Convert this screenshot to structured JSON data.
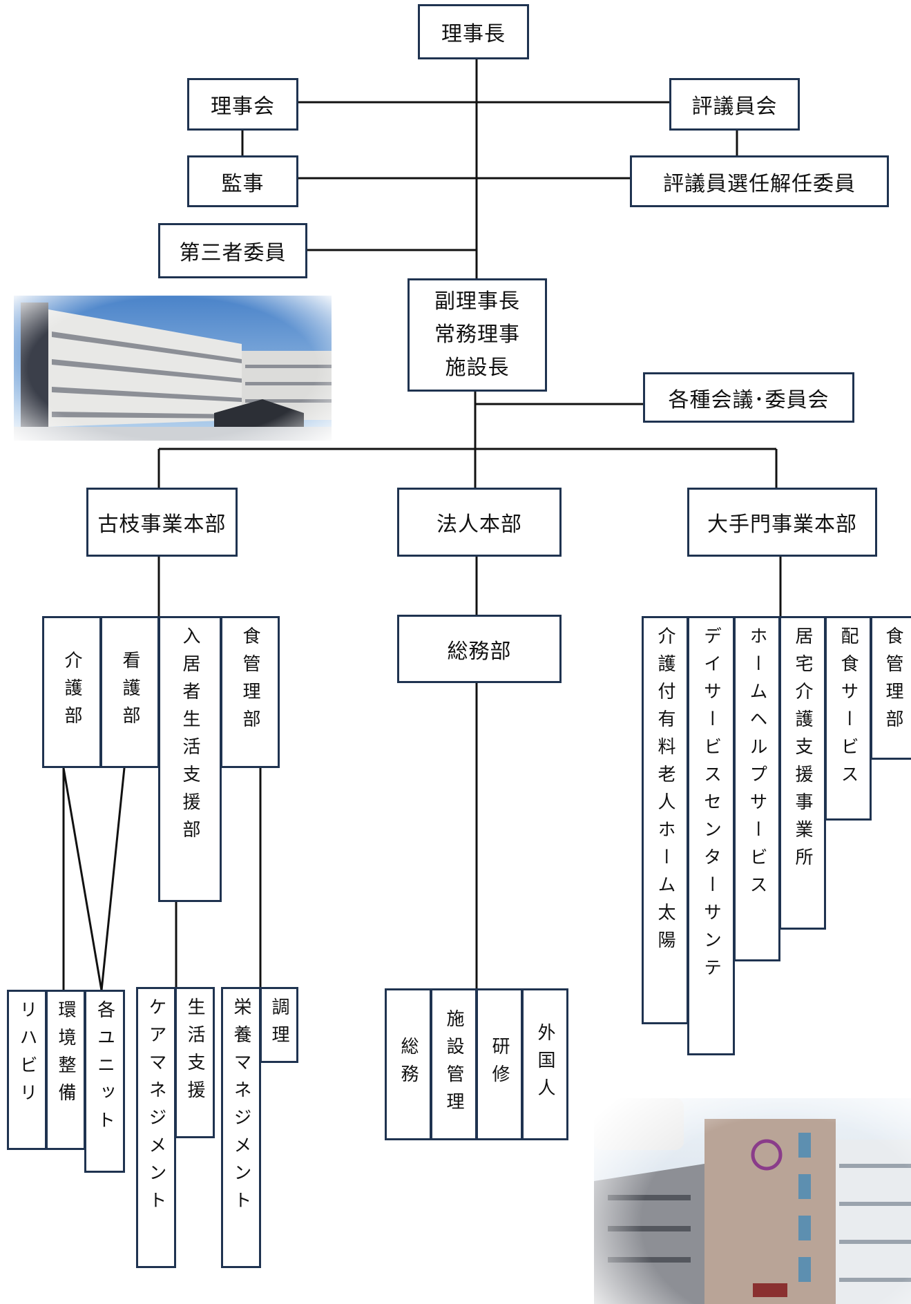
{
  "chairman": "理事長",
  "board": "理事会",
  "councilors": "評議員会",
  "auditor": "監事",
  "councilor_committee": "評議員選任解任委員",
  "third_party": "第三者委員",
  "vice": [
    "副理事長",
    "常務理事",
    "施設長"
  ],
  "meetings": "各種会議･委員会",
  "divisions": {
    "kohie": "古枝事業本部",
    "hojin": "法人本部",
    "otemon": "大手門事業本部"
  },
  "kohie_depts": [
    "介護部",
    "看護部",
    "入居者生活支援部",
    "食管理部"
  ],
  "hojin_dept": "総務部",
  "hojin_sub": [
    "総務",
    "施設管理",
    "研修",
    "外国人"
  ],
  "kohie_sub": [
    "リハビリ",
    "環境整備",
    "各ユニット",
    "ケアマネジメント",
    "生活支援",
    "栄養マネジメント",
    "調理"
  ],
  "otemon_depts": [
    "介護付有料老人ホーム太陽",
    "デイサービスセンターサンテ",
    "ホームヘルプサービス",
    "居宅介護支援事業所",
    "配食サービス",
    "食管理部"
  ]
}
